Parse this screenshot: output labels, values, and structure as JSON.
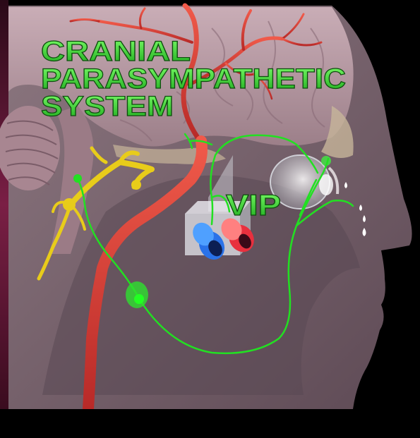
{
  "title": {
    "line1": "CRANIAL",
    "line2": "PARASYMPATHETIC",
    "line3": "SYSTEM"
  },
  "labels": {
    "neurotransmitter": "VIP"
  },
  "colors": {
    "background": "#000000",
    "frame_left": "#6a1a3a",
    "skin": "#7a6670",
    "brain": "#b89ba5",
    "artery": "#e8403a",
    "nerve": "#22e022",
    "trigeminal": "#e8cc1a",
    "vein": "#2a72e8",
    "title_green": "#2fd02f",
    "tear": "#ffffff"
  }
}
